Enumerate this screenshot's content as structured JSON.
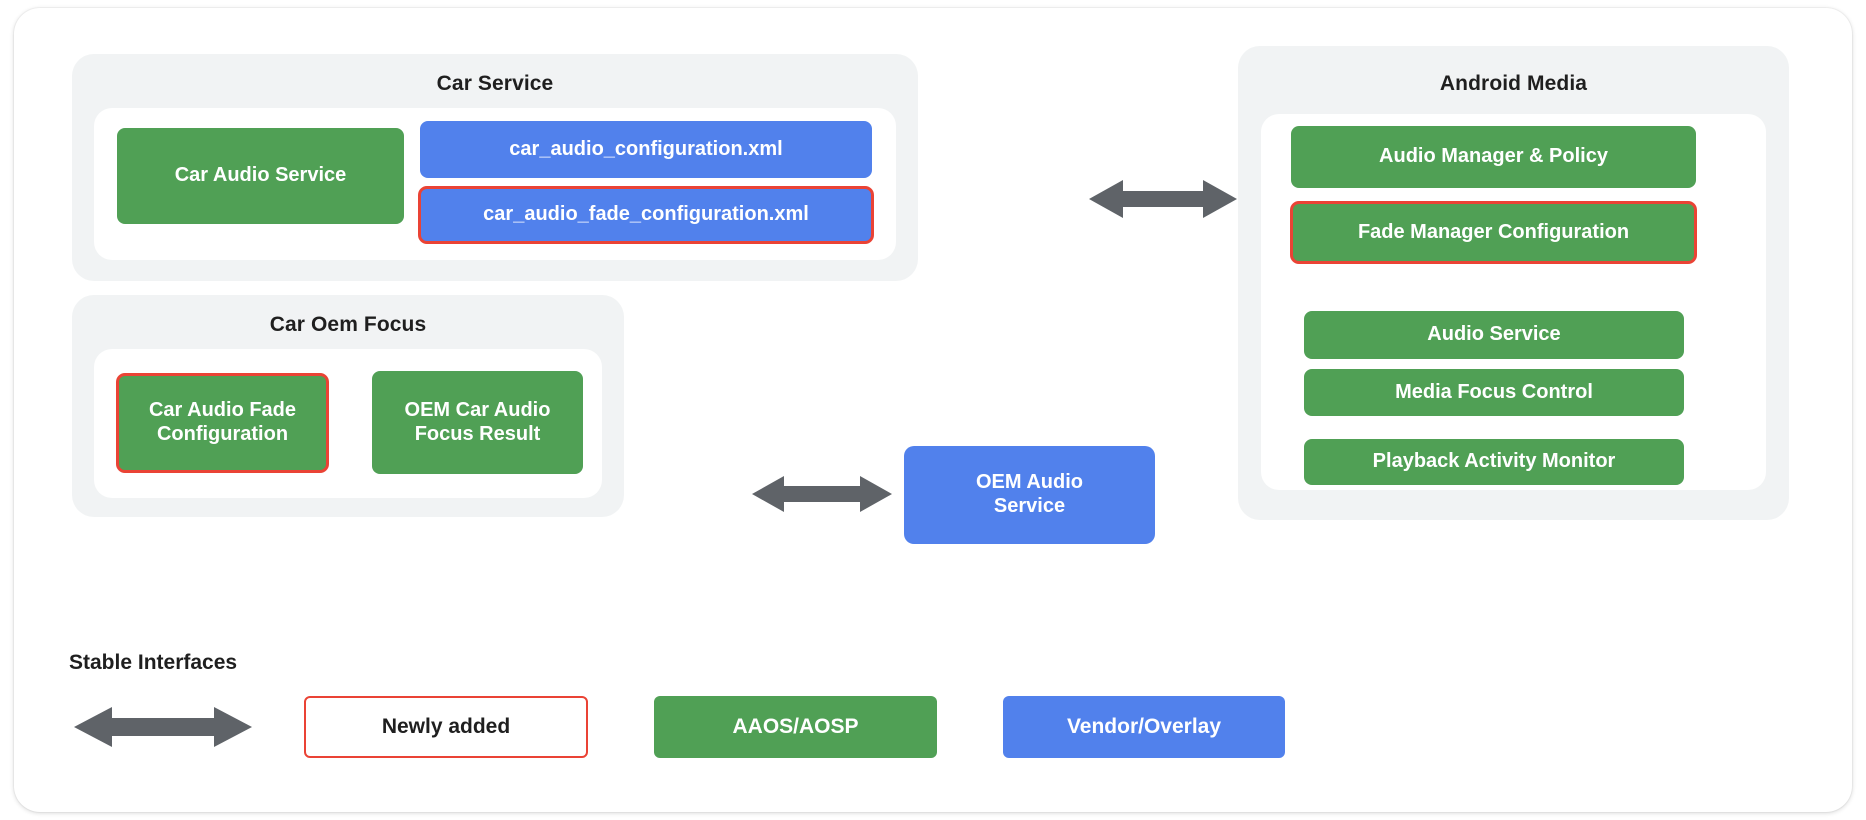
{
  "diagram": {
    "groups": [
      {
        "id": "car-service",
        "title": "Car Service",
        "nodes": [
          {
            "id": "car-audio-service",
            "label": "Car Audio Service",
            "kind": "green",
            "highlighted": false
          },
          {
            "id": "car-audio-configuration-xml",
            "label": "car_audio_configuration.xml",
            "kind": "blue",
            "highlighted": false
          },
          {
            "id": "car-audio-fade-configuration-xml",
            "label": "car_audio_fade_configuration.xml",
            "kind": "blue",
            "highlighted": true
          }
        ]
      },
      {
        "id": "car-oem-focus",
        "title": "Car Oem Focus",
        "nodes": [
          {
            "id": "car-audio-fade-configuration",
            "label": "Car Audio Fade\nConfiguration",
            "kind": "green",
            "highlighted": true
          },
          {
            "id": "oem-car-audio-focus-result",
            "label": "OEM Car Audio\nFocus Result",
            "kind": "green",
            "highlighted": false
          }
        ]
      },
      {
        "id": "android-media",
        "title": "Android Media",
        "nodes": [
          {
            "id": "audio-manager-policy",
            "label": "Audio Manager & Policy",
            "kind": "green",
            "highlighted": false
          },
          {
            "id": "fade-manager-configuration",
            "label": "Fade Manager Configuration",
            "kind": "green",
            "highlighted": true
          },
          {
            "id": "audio-service",
            "label": "Audio Service",
            "kind": "green",
            "highlighted": false
          },
          {
            "id": "media-focus-control",
            "label": "Media Focus Control",
            "kind": "green",
            "highlighted": false
          },
          {
            "id": "playback-activity-monitor",
            "label": "Playback Activity Monitor",
            "kind": "green",
            "highlighted": false
          }
        ]
      }
    ],
    "standalone_nodes": [
      {
        "id": "oem-audio-service",
        "label": "OEM Audio\nService",
        "kind": "blue",
        "highlighted": false
      }
    ],
    "connectors": [
      {
        "id": "car-service-to-android-media",
        "type": "double-arrow"
      },
      {
        "id": "car-oem-focus-to-oem-audio-service",
        "type": "double-arrow"
      }
    ]
  },
  "legend": {
    "title": "Stable Interfaces",
    "arrow_name": "double-arrow",
    "items": [
      {
        "id": "newly-added",
        "label": "Newly added",
        "style": "outline"
      },
      {
        "id": "aaos-aosp",
        "label": "AAOS/AOSP",
        "style": "green"
      },
      {
        "id": "vendor-overlay",
        "label": "Vendor/Overlay",
        "style": "blue"
      }
    ]
  },
  "colors": {
    "green": "#50a055",
    "blue": "#5181ec",
    "highlight": "#ea4335",
    "panel": "#f1f3f4",
    "arrow": "#5f6368"
  }
}
